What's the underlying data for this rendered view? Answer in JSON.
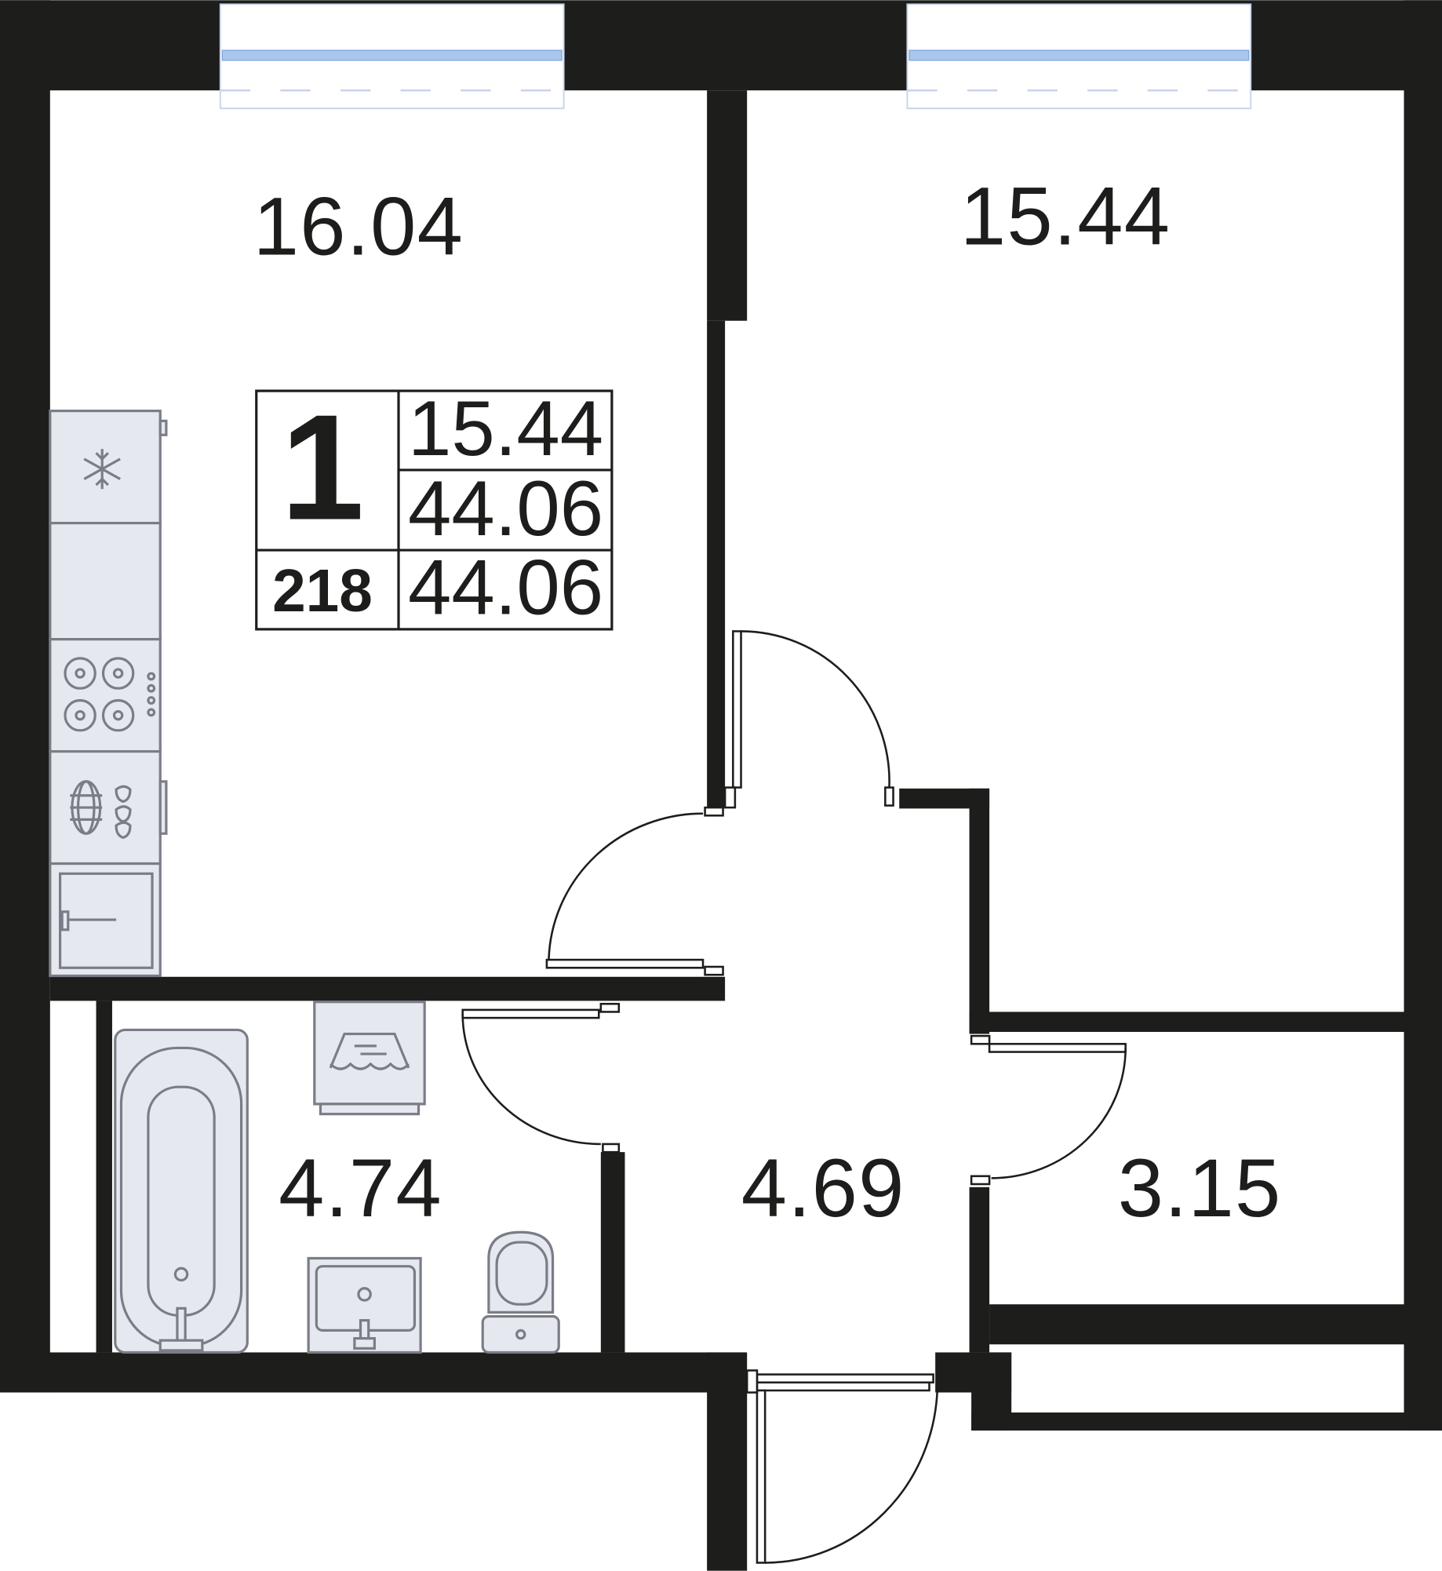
{
  "rooms": {
    "kitchen_area": "16.04",
    "bedroom_area": "15.44",
    "bathroom_area": "4.74",
    "hallway_area": "4.69",
    "storage_area": "3.15"
  },
  "info_box": {
    "rooms_count": "1",
    "apartment_number": "218",
    "living_area": "15.44",
    "total_area": "44.06",
    "total_area_with_balcony": "44.06"
  },
  "colors": {
    "walls": "#1d1d1b",
    "fixtures_fill": "#e6e8ef",
    "fixtures_stroke": "#7a7d86",
    "window_glass": "#a9c6ee"
  }
}
